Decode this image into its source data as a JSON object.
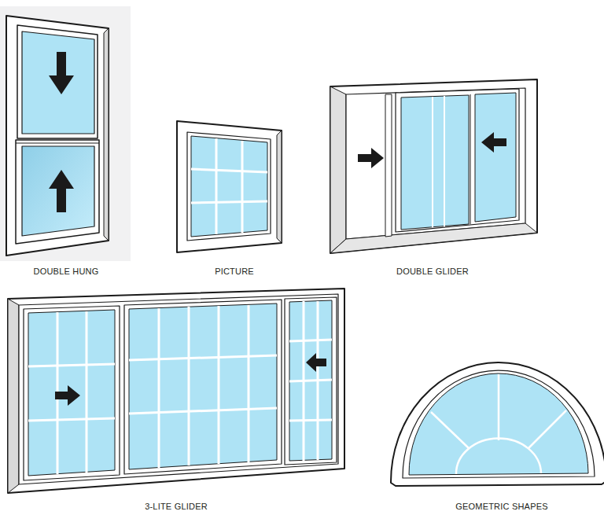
{
  "diagram": {
    "labels": [
      "DOUBLE HUNG",
      "PICTURE",
      "DOUBLE GLIDER",
      "3-LITE GLIDER",
      "GEOMETRIC SHAPES"
    ]
  }
}
